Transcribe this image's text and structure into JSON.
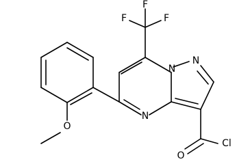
{
  "molecule": {
    "atoms": {
      "F1": "F",
      "F2": "F",
      "F3": "F",
      "N_bridge": "N",
      "N_pyrazole": "N",
      "N_pyrimidine": "N",
      "O_methoxy": "O",
      "O_carbonyl": "O",
      "Cl": "Cl"
    }
  }
}
